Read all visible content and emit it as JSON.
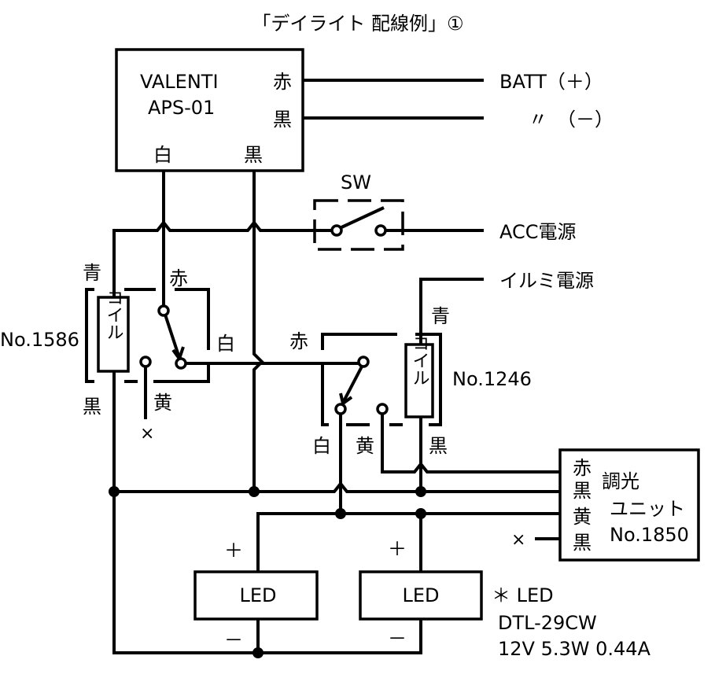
{
  "title": "「デイライト 配線例」①",
  "valenti": {
    "name": "VALENTI",
    "model": "APS-01",
    "red": "赤",
    "black": "黒",
    "white": "白",
    "black2": "黒"
  },
  "terminals": {
    "batt_plus": "BATT（＋）",
    "batt_minus": "〃　（－）",
    "acc": "ACC電源",
    "illumi": "イルミ電源"
  },
  "switch": {
    "label": "SW"
  },
  "relay1": {
    "model": "No.1586",
    "coil": "コイル",
    "blue": "青",
    "black": "黒",
    "red": "赤",
    "white": "白",
    "yellow": "黄",
    "nc": "×"
  },
  "relay2": {
    "model": "No.1246",
    "coil": "コイル",
    "blue": "青",
    "black": "黒",
    "red": "赤",
    "white": "白",
    "yellow": "黄"
  },
  "dimmer": {
    "title1": "調光",
    "title2": "ユニット",
    "model": "No.1850",
    "pins": [
      "赤",
      "黒",
      "黄",
      "黒"
    ],
    "nc": "×"
  },
  "leds": [
    {
      "label": "LED",
      "plus": "＋",
      "minus": "－"
    },
    {
      "label": "LED",
      "plus": "＋",
      "minus": "－"
    }
  ],
  "note": {
    "line1": "＊ LED",
    "line2": "DTL-29CW",
    "line3": "12V 5.3W 0.44A"
  }
}
